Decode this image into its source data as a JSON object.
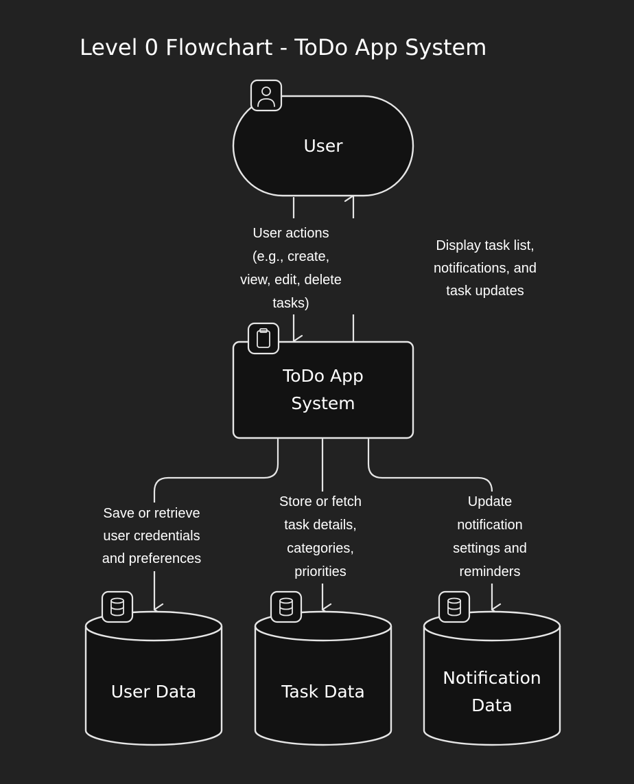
{
  "title": "Level 0 Flowchart - ToDo App System",
  "colors": {
    "background": "#222222",
    "node_fill": "#121212",
    "stroke": "#e6e6e6",
    "text": "#ffffff"
  },
  "nodes": {
    "user": {
      "label": "User",
      "icon": "user-icon"
    },
    "system": {
      "label_lines": [
        "ToDo App",
        "System"
      ],
      "icon": "clipboard-icon"
    },
    "user_data": {
      "label": "User Data",
      "icon": "database-icon"
    },
    "task_data": {
      "label": "Task Data",
      "icon": "database-icon"
    },
    "notification_data": {
      "label_lines": [
        "Notification",
        "Data"
      ],
      "icon": "database-icon"
    }
  },
  "edges": {
    "user_actions": {
      "lines": [
        "User actions",
        "(e.g., create,",
        "view, edit, delete",
        "tasks)"
      ]
    },
    "display": {
      "lines": [
        "Display task list,",
        "notifications, and",
        "task updates"
      ]
    },
    "save_user": {
      "lines": [
        "Save or retrieve",
        "user credentials",
        "and preferences"
      ]
    },
    "store_task": {
      "lines": [
        "Store or fetch",
        "task details,",
        "categories,",
        "priorities"
      ]
    },
    "update_notif": {
      "lines": [
        "Update",
        "notification",
        "settings and",
        "reminders"
      ]
    }
  }
}
